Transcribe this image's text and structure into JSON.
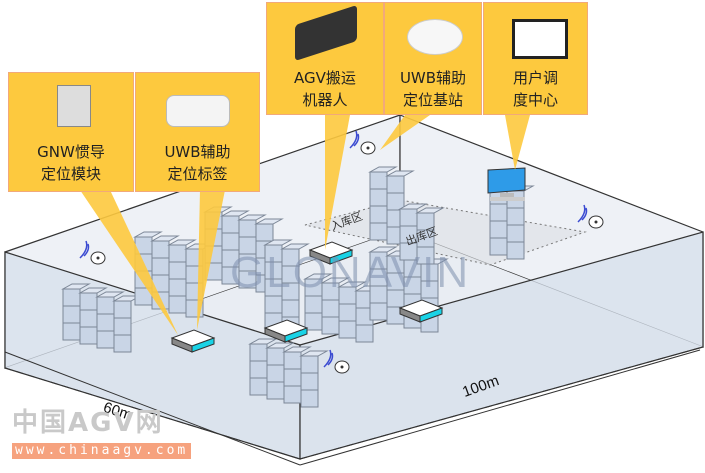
{
  "callouts": [
    {
      "id": "gnw",
      "line1": "GNW惯导",
      "line2": "定位模块",
      "device_icon": "ins-module-icon"
    },
    {
      "id": "uwb-tag",
      "line1": "UWB辅助",
      "line2": "定位标签",
      "device_icon": "uwb-tag-icon"
    },
    {
      "id": "agv",
      "line1": "AGV搬运",
      "line2": "机器人",
      "device_icon": "agv-robot-icon"
    },
    {
      "id": "uwb-base",
      "line1": "UWB辅助",
      "line2": "定位基站",
      "device_icon": "uwb-base-station-icon"
    },
    {
      "id": "dispatch",
      "line1": "用户调",
      "line2": "度中心",
      "device_icon": "monitor-icon"
    }
  ],
  "warehouse": {
    "brand_watermark": "GLONAVIN",
    "zone_labels": [
      "入库区",
      "出库区"
    ],
    "dimensions": {
      "width": "60m",
      "length": "100m"
    }
  },
  "site_watermark": {
    "name": "中国AGV网",
    "url": "www.chinaagv.com"
  },
  "colors": {
    "callout_fill": "#fdc93e",
    "callout_border": "#f2a97a",
    "floor": "#dfe5ef",
    "shelf": "#c9d5e6",
    "agv_accent": "#19d3e6",
    "signal": "#3b4bd1"
  }
}
